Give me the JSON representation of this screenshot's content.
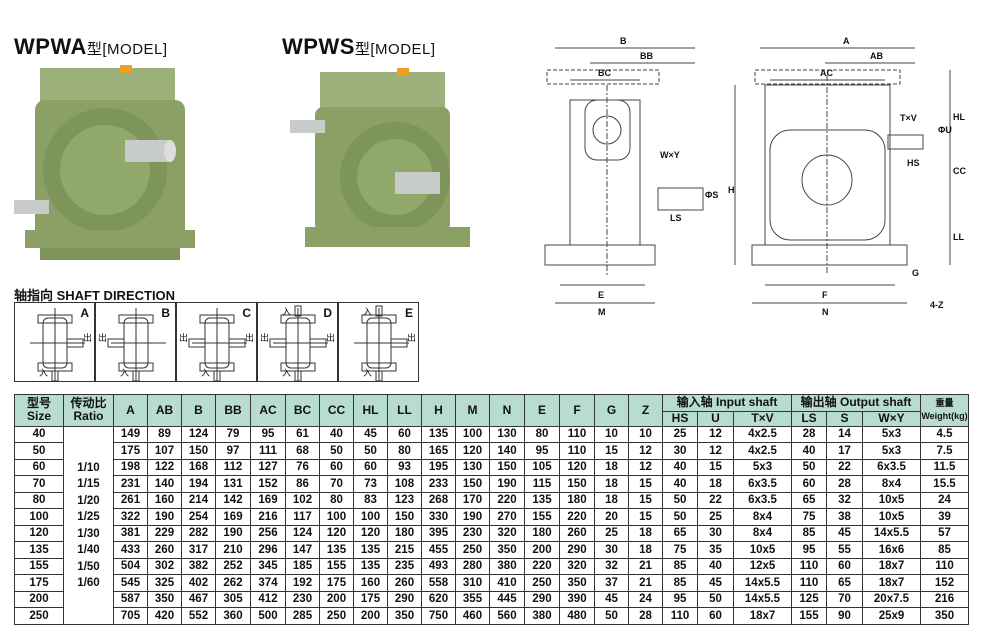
{
  "titles": {
    "left_model": "WPWA",
    "left_suffix": "型[MODEL]",
    "right_model": "WPWS",
    "right_suffix": "型[MODEL]"
  },
  "shaft_direction": {
    "title": "轴指向  SHAFT DIRECTION",
    "in_label": "入",
    "out_label": "出",
    "types": [
      {
        "letter": "A",
        "outs": [
          "right"
        ],
        "ins": [
          "bottom"
        ]
      },
      {
        "letter": "B",
        "outs": [
          "left"
        ],
        "ins": [
          "bottom"
        ]
      },
      {
        "letter": "C",
        "outs": [
          "left",
          "right"
        ],
        "ins": [
          "bottom"
        ]
      },
      {
        "letter": "D",
        "outs": [
          "left",
          "right"
        ],
        "ins": [
          "top",
          "bottom"
        ]
      },
      {
        "letter": "E",
        "outs": [
          "right"
        ],
        "ins": [
          "top",
          "bottom"
        ]
      }
    ]
  },
  "drawing_labels": {
    "side": [
      "B",
      "BB",
      "BC",
      "W×Y",
      "ΦS",
      "LS",
      "H",
      "E",
      "M"
    ],
    "front": [
      "A",
      "AB",
      "AC",
      "T×V",
      "ΦU",
      "HS",
      "HL",
      "CC",
      "LL",
      "G",
      "F",
      "N",
      "4-Z"
    ]
  },
  "table": {
    "headers": {
      "size": "型号\nSize",
      "ratio": "传动比\nRatio",
      "dims": [
        "A",
        "AB",
        "B",
        "BB",
        "AC",
        "BC",
        "CC",
        "HL",
        "LL",
        "H",
        "M",
        "N",
        "E",
        "F",
        "G",
        "Z"
      ],
      "input_group": "输入轴 Input shaft",
      "input": [
        "HS",
        "U",
        "T×V"
      ],
      "output_group": "输出轴 Output shaft",
      "output": [
        "LS",
        "S",
        "W×Y"
      ],
      "weight": "重量\nWeight(kg)"
    },
    "ratios": [
      "1/10",
      "1/15",
      "1/20",
      "1/25",
      "1/30",
      "1/40",
      "1/50",
      "1/60"
    ],
    "rows": [
      [
        "40",
        "149",
        "89",
        "124",
        "79",
        "95",
        "61",
        "40",
        "45",
        "60",
        "135",
        "100",
        "130",
        "80",
        "110",
        "10",
        "10",
        "25",
        "12",
        "4x2.5",
        "28",
        "14",
        "5x3",
        "4.5"
      ],
      [
        "50",
        "175",
        "107",
        "150",
        "97",
        "111",
        "68",
        "50",
        "50",
        "80",
        "165",
        "120",
        "140",
        "95",
        "110",
        "15",
        "12",
        "30",
        "12",
        "4x2.5",
        "40",
        "17",
        "5x3",
        "7.5"
      ],
      [
        "60",
        "198",
        "122",
        "168",
        "112",
        "127",
        "76",
        "60",
        "60",
        "93",
        "195",
        "130",
        "150",
        "105",
        "120",
        "18",
        "12",
        "40",
        "15",
        "5x3",
        "50",
        "22",
        "6x3.5",
        "11.5"
      ],
      [
        "70",
        "231",
        "140",
        "194",
        "131",
        "152",
        "86",
        "70",
        "73",
        "108",
        "233",
        "150",
        "190",
        "115",
        "150",
        "18",
        "15",
        "40",
        "18",
        "6x3.5",
        "60",
        "28",
        "8x4",
        "15.5"
      ],
      [
        "80",
        "261",
        "160",
        "214",
        "142",
        "169",
        "102",
        "80",
        "83",
        "123",
        "268",
        "170",
        "220",
        "135",
        "180",
        "18",
        "15",
        "50",
        "22",
        "6x3.5",
        "65",
        "32",
        "10x5",
        "24"
      ],
      [
        "100",
        "322",
        "190",
        "254",
        "169",
        "216",
        "117",
        "100",
        "100",
        "150",
        "330",
        "190",
        "270",
        "155",
        "220",
        "20",
        "15",
        "50",
        "25",
        "8x4",
        "75",
        "38",
        "10x5",
        "39"
      ],
      [
        "120",
        "381",
        "229",
        "282",
        "190",
        "256",
        "124",
        "120",
        "120",
        "180",
        "395",
        "230",
        "320",
        "180",
        "260",
        "25",
        "18",
        "65",
        "30",
        "8x4",
        "85",
        "45",
        "14x5.5",
        "57"
      ],
      [
        "135",
        "433",
        "260",
        "317",
        "210",
        "296",
        "147",
        "135",
        "135",
        "215",
        "455",
        "250",
        "350",
        "200",
        "290",
        "30",
        "18",
        "75",
        "35",
        "10x5",
        "95",
        "55",
        "16x6",
        "85"
      ],
      [
        "155",
        "504",
        "302",
        "382",
        "252",
        "345",
        "185",
        "155",
        "135",
        "235",
        "493",
        "280",
        "380",
        "220",
        "320",
        "32",
        "21",
        "85",
        "40",
        "12x5",
        "110",
        "60",
        "18x7",
        "110"
      ],
      [
        "175",
        "545",
        "325",
        "402",
        "262",
        "374",
        "192",
        "175",
        "160",
        "260",
        "558",
        "310",
        "410",
        "250",
        "350",
        "37",
        "21",
        "85",
        "45",
        "14x5.5",
        "110",
        "65",
        "18x7",
        "152"
      ],
      [
        "200",
        "587",
        "350",
        "467",
        "305",
        "412",
        "230",
        "200",
        "175",
        "290",
        "620",
        "355",
        "445",
        "290",
        "390",
        "45",
        "24",
        "95",
        "50",
        "14x5.5",
        "125",
        "70",
        "20x7.5",
        "216"
      ],
      [
        "250",
        "705",
        "420",
        "552",
        "360",
        "500",
        "285",
        "250",
        "200",
        "350",
        "750",
        "460",
        "560",
        "380",
        "480",
        "50",
        "28",
        "110",
        "60",
        "18x7",
        "155",
        "90",
        "25x9",
        "350"
      ]
    ]
  },
  "colors": {
    "header_bg": "#b9dcd2",
    "gearbox_green": "#8fa66a"
  }
}
